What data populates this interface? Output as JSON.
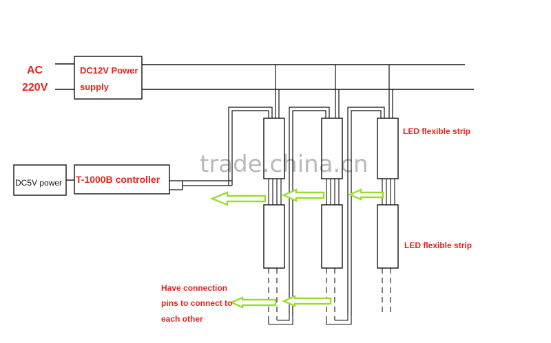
{
  "diagram": {
    "ac_label": "AC",
    "voltage_label": "220V",
    "psu_label_line1": "DC12V Power",
    "psu_label_line2": "supply",
    "dc5v_label": "DC5V power",
    "controller_label": "T-1000B controller",
    "strip_label_top": "LED flexible strip",
    "strip_label_bottom": "LED flexible strip",
    "note_line1": "Have connection",
    "note_line2": "pins to connect to",
    "note_line3": "each other",
    "watermark": "trade.china.cn",
    "colors": {
      "label_red": "#e8211b",
      "line": "#111111",
      "arrow_green": "#9bdc2c",
      "watermark": "#b9b9b9"
    }
  }
}
